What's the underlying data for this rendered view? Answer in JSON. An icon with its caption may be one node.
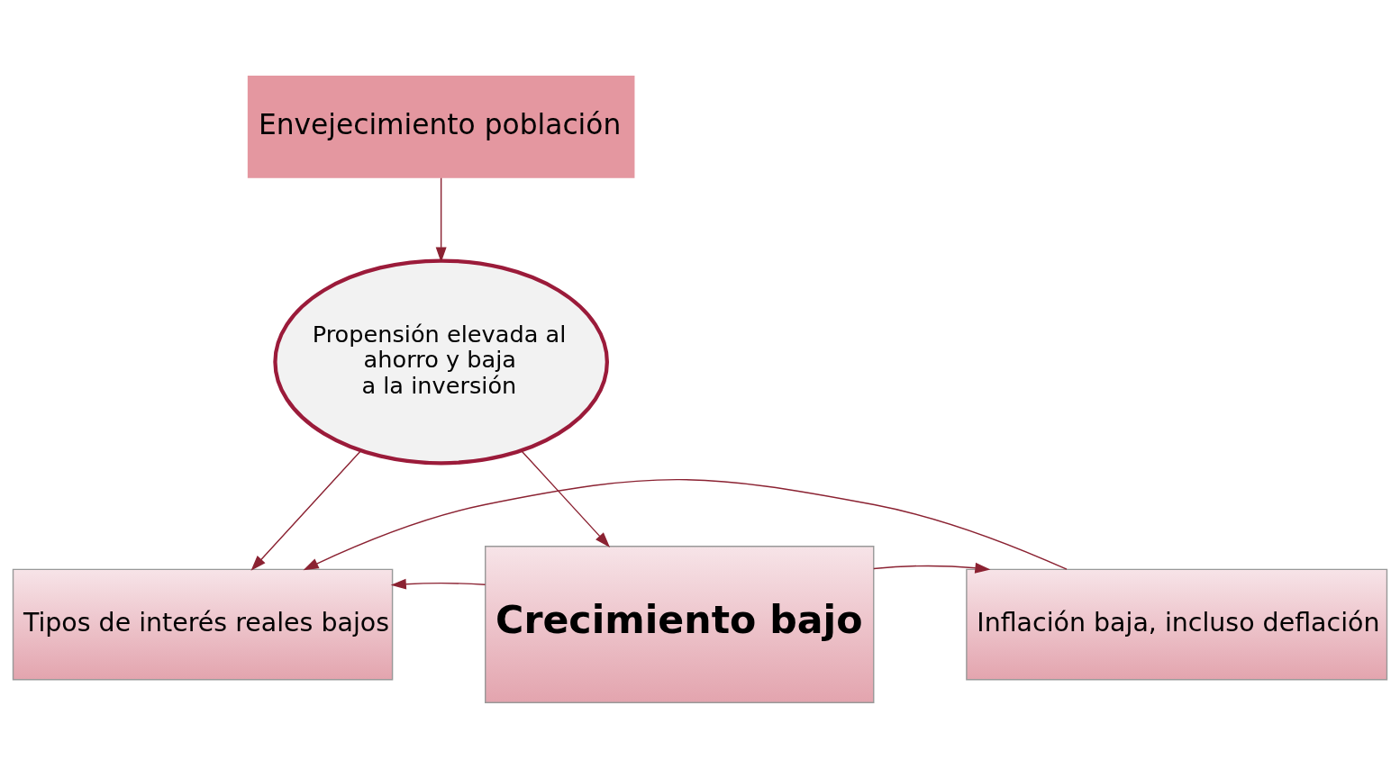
{
  "diagram": {
    "nodes": [
      {
        "text": [
          "Envejecimiento población"
        ]
      },
      {
        "text": [
          "Propensión elevada al ahorro y baja a la inversión"
        ]
      },
      {
        "text": [
          "Tipos de interés reales bajos"
        ]
      },
      {
        "text": [
          "Crecimiento bajo"
        ]
      },
      {
        "text": [
          "Inflación baja, incluso deflación"
        ]
      }
    ],
    "edges": [
      {
        "from": 0,
        "to": 1,
        "arrow": "to"
      },
      {
        "from": 1,
        "to": 2,
        "arrow": "to"
      },
      {
        "from": 1,
        "to": 3,
        "arrow": "to"
      },
      {
        "from": 3,
        "to": 2,
        "arrow": "to"
      },
      {
        "from": 3,
        "to": 4,
        "arrow": "to"
      },
      {
        "from": 4,
        "to": 2,
        "arrow": "to"
      }
    ]
  }
}
